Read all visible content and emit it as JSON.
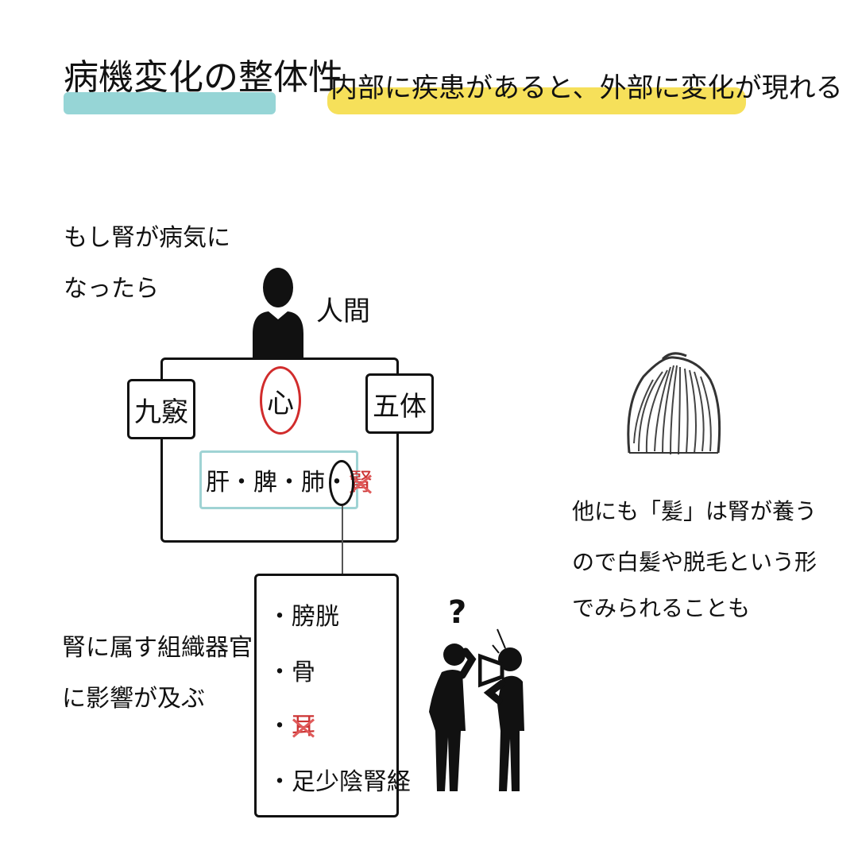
{
  "header": {
    "title": "病機変化の整体性",
    "subtitle": "内部に疾患があると、外部に変化が現れる"
  },
  "intro": {
    "line1": "もし腎が病気に",
    "line2": "なったら"
  },
  "person_label": "人間",
  "body_box": {
    "left_label": "九竅",
    "center_label": "心",
    "right_label": "五体",
    "organs": {
      "o1": "肝",
      "o2": "脾",
      "o3": "肺",
      "o4": "腎",
      "sep": "・"
    }
  },
  "kidney_list": {
    "bullet": "・",
    "items": [
      "膀胱",
      "骨",
      "耳",
      "足少陰腎経"
    ]
  },
  "kidney_note": {
    "line1": "腎に属す組織器官",
    "line2": "に影響が及ぶ"
  },
  "hair_note": {
    "line1": "他にも「髪」は腎が養う",
    "line2": "ので白髪や脱毛という形",
    "line3": "でみられることも"
  },
  "question_mark": "?",
  "colors": {
    "teal": "#96d5d6",
    "yellow": "#f6e05a",
    "red": "#d12c2c",
    "organ_border": "#9fd3d4"
  },
  "icons": [
    "person-icon",
    "hair-icon",
    "confused-person-icon",
    "megaphone-person-icon"
  ]
}
